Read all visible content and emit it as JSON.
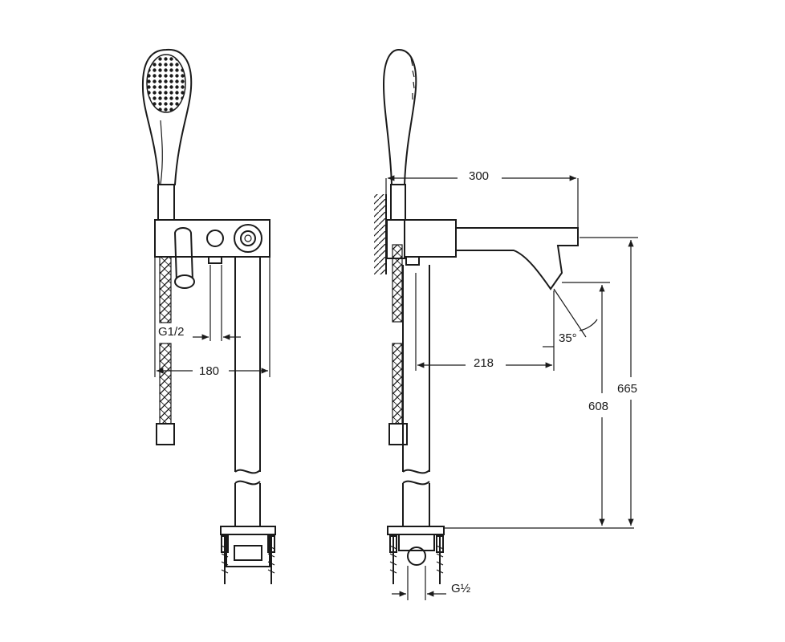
{
  "front_view": {
    "label_thread": "G1/2",
    "label_spacing": "180"
  },
  "side_view": {
    "label_projection": "300",
    "label_spout_reach": "218",
    "label_angle": "35°",
    "label_height_outlet": "608",
    "label_height_total": "665",
    "label_inlet": "G½"
  }
}
